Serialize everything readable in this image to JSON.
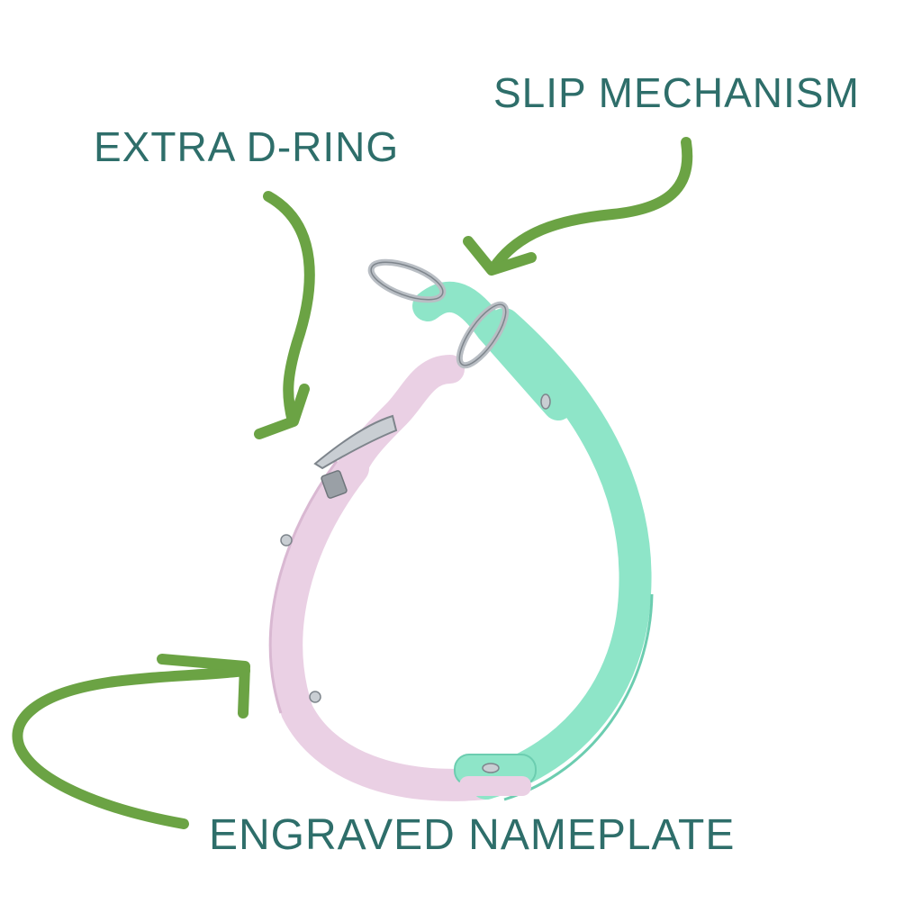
{
  "labels": {
    "slip_mechanism": "SLIP MECHANISM",
    "extra_d_ring": "EXTRA D-RING",
    "engraved_nameplate": "ENGRAVED NAMEPLATE"
  },
  "icons": {
    "arrow": "curved-arrow-icon",
    "ring": "o-ring-icon",
    "d_ring": "d-ring-icon",
    "rivet": "rivet-icon"
  },
  "colors": {
    "label_text": "#2E6E6A",
    "arrow": "#6BA344",
    "collar_mint": "#8EE5C8",
    "collar_mint_dark": "#6CCDB0",
    "collar_pink": "#EAD0E4",
    "collar_pink_dark": "#D9B8D2",
    "metal": "#B9BEC4",
    "metal_dark": "#7E858C"
  }
}
